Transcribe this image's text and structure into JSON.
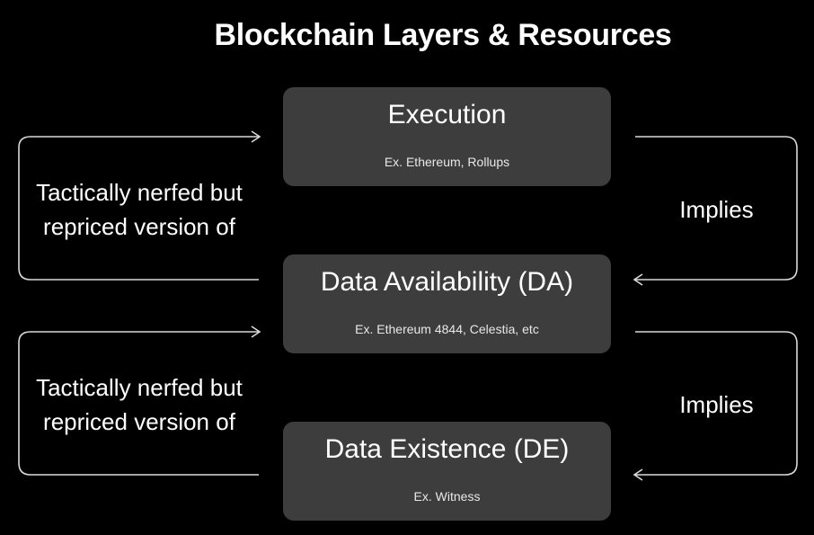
{
  "title": "Blockchain Layers & Resources",
  "layers": [
    {
      "name": "Execution",
      "example": "Ex. Ethereum, Rollups"
    },
    {
      "name": "Data Availability (DA)",
      "example": "Ex. Ethereum 4844, Celestia, etc"
    },
    {
      "name": "Data Existence (DE)",
      "example": "Ex. Witness"
    }
  ],
  "left_relations": [
    {
      "label_line1": "Tactically nerfed but",
      "label_line2": "repriced version of"
    },
    {
      "label_line1": "Tactically nerfed but",
      "label_line2": "repriced version of"
    }
  ],
  "right_relations": [
    {
      "label": "Implies"
    },
    {
      "label": "Implies"
    }
  ],
  "colors": {
    "background": "#000000",
    "box_fill": "#3d3d3d",
    "connector": "#d9d9d9",
    "text": "#ffffff"
  }
}
